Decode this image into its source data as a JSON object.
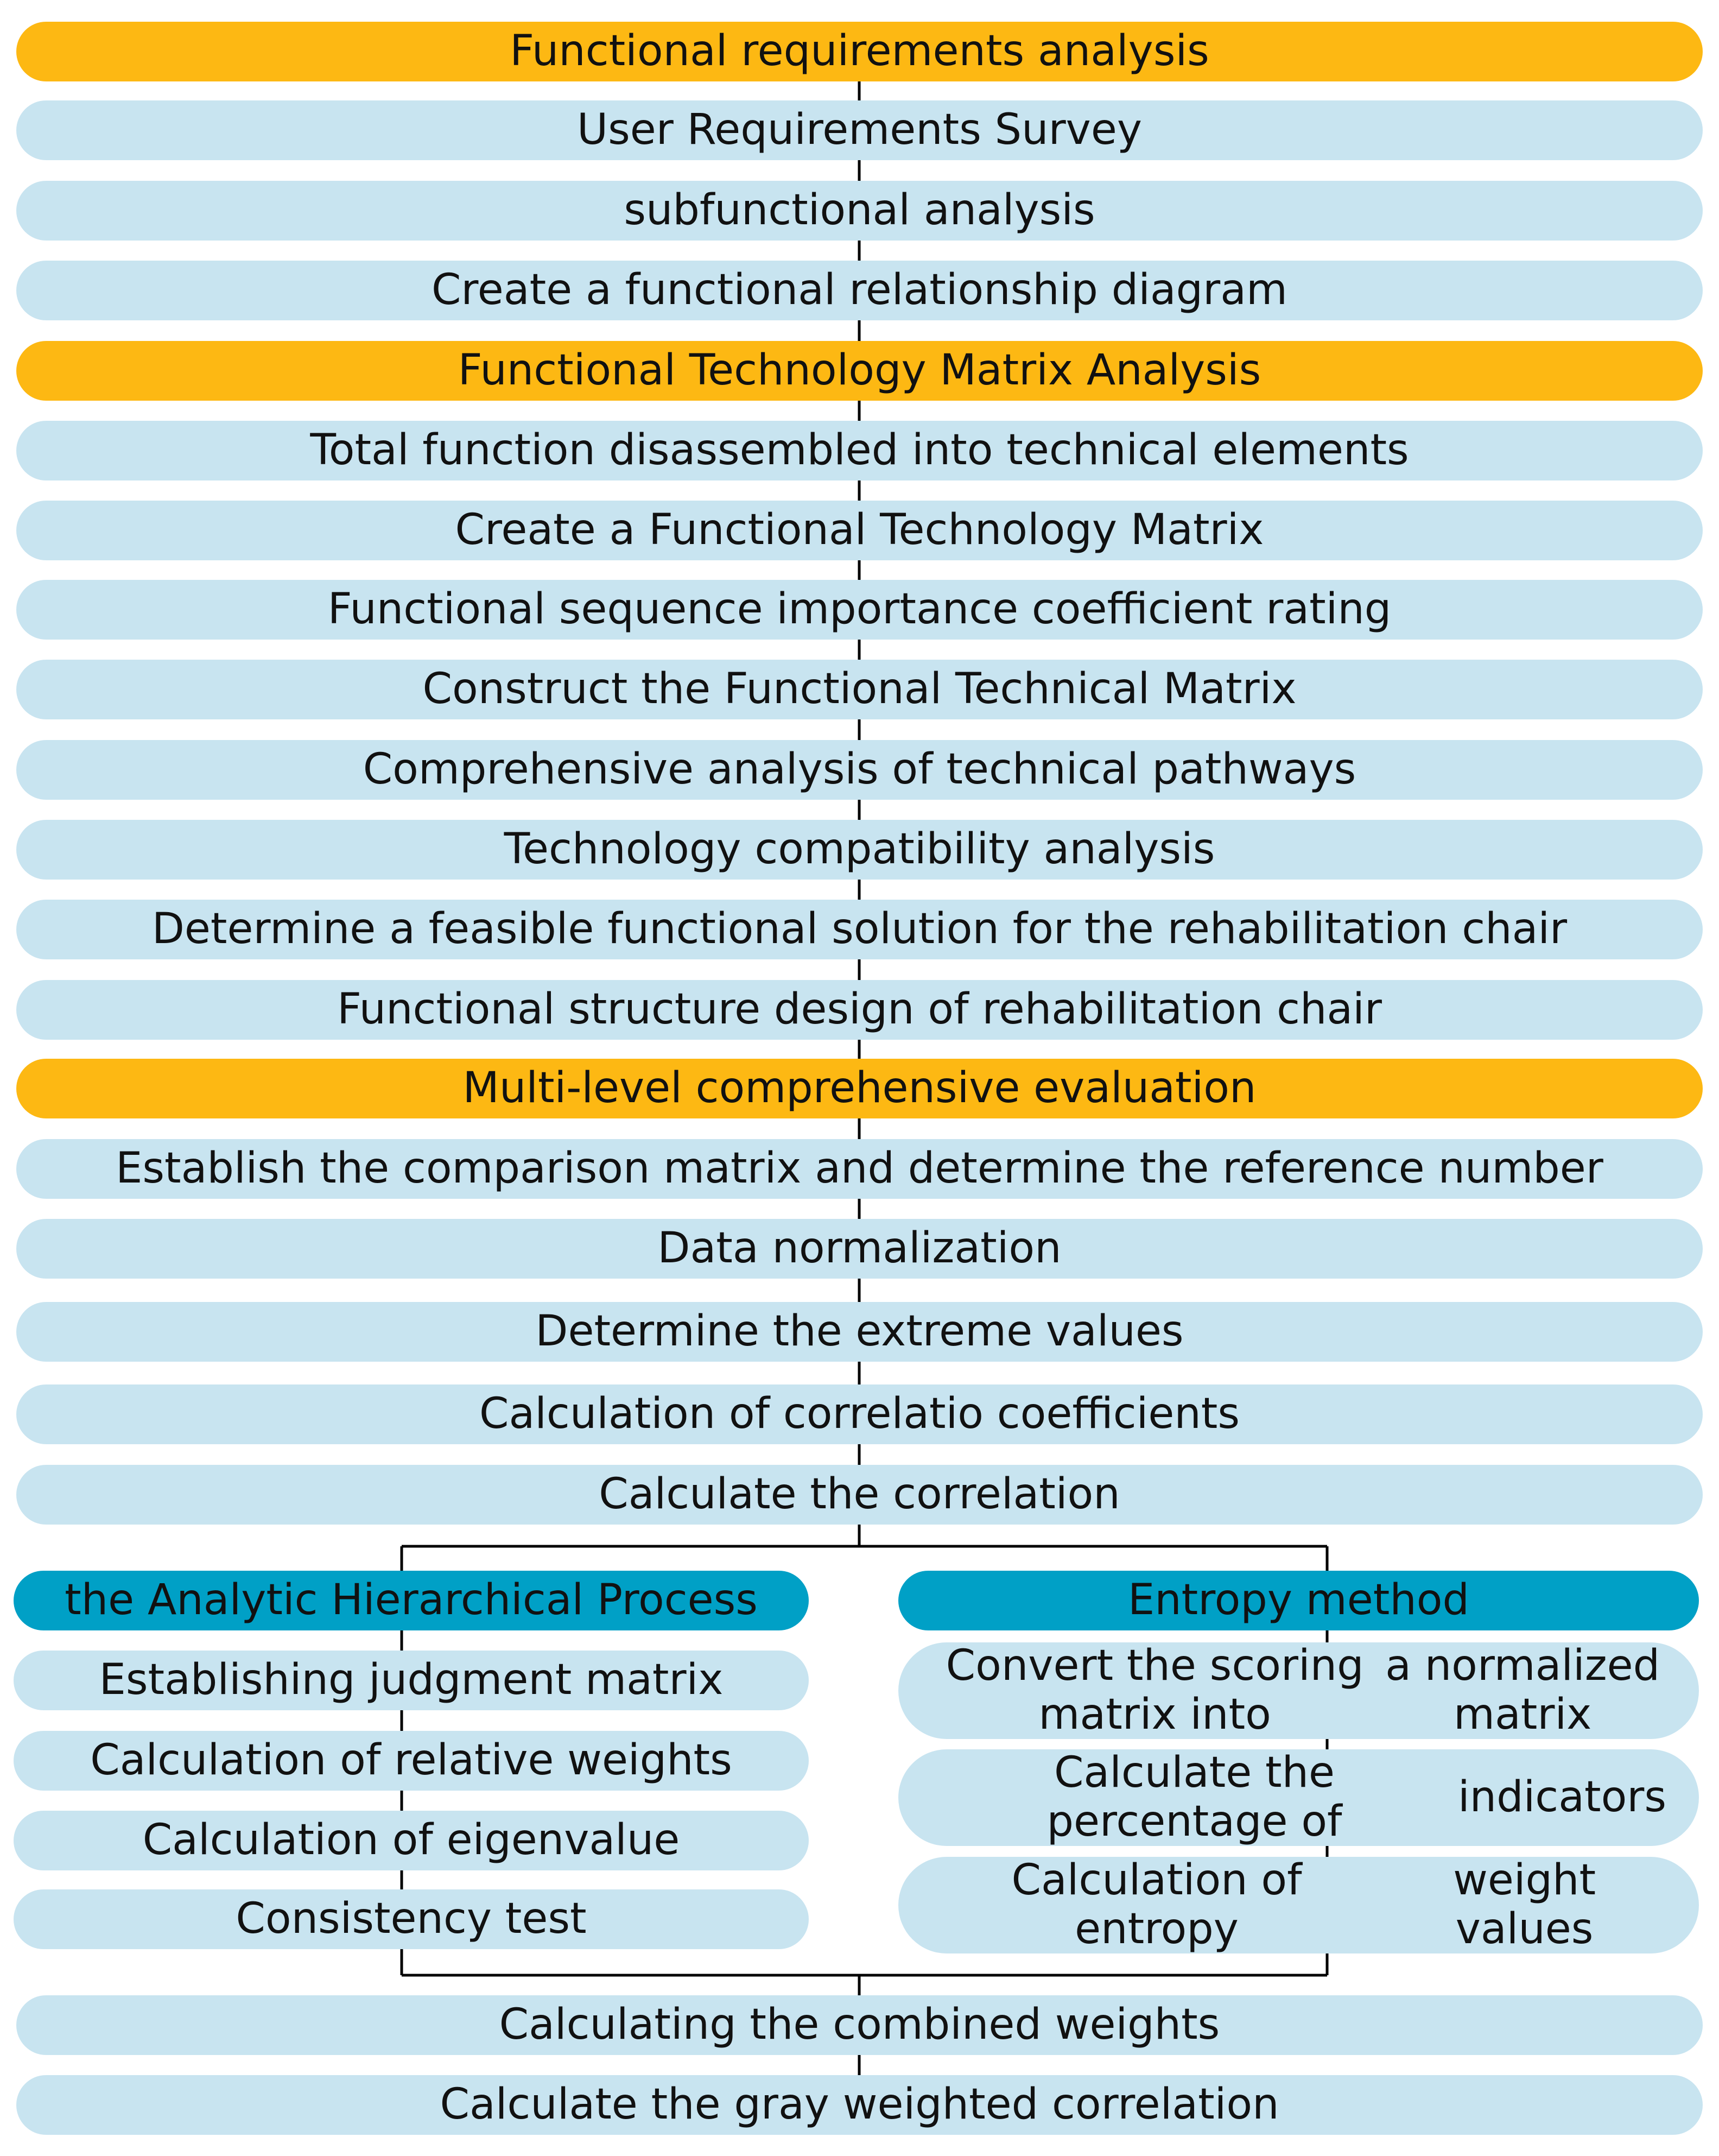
{
  "colors": {
    "section": "#FDB813",
    "step": "#C8E4F0",
    "method_header": "#00A0C6",
    "connector": "#000000"
  },
  "steps": [
    {
      "label": "Functional requirements analysis",
      "kind": "section"
    },
    {
      "label": "User Requirements Survey",
      "kind": "step"
    },
    {
      "label": "subfunctional analysis",
      "kind": "step"
    },
    {
      "label": "Create a functional relationship diagram",
      "kind": "step"
    },
    {
      "label": "Functional Technology Matrix Analysis",
      "kind": "section"
    },
    {
      "label": "Total function disassembled into technical elements",
      "kind": "step"
    },
    {
      "label": "Create a Functional Technology Matrix",
      "kind": "step"
    },
    {
      "label": "Functional sequence importance coefficient rating",
      "kind": "step"
    },
    {
      "label": "Construct the Functional Technical Matrix",
      "kind": "step"
    },
    {
      "label": "Comprehensive analysis of technical pathways",
      "kind": "step"
    },
    {
      "label": "Technology compatibility analysis",
      "kind": "step"
    },
    {
      "label": "Determine a feasible functional solution for the rehabilitation chair",
      "kind": "step"
    },
    {
      "label": "Functional structure design of rehabilitation chair",
      "kind": "step"
    },
    {
      "label": "Multi-level comprehensive evaluation",
      "kind": "section"
    },
    {
      "label": "Establish the comparison matrix and determine the reference number",
      "kind": "step"
    },
    {
      "label": "Data normalization",
      "kind": "step"
    },
    {
      "label": "Determine the extreme values",
      "kind": "step"
    },
    {
      "label": "Calculation of correlatio coefficients",
      "kind": "step"
    },
    {
      "label": "Calculate the correlation",
      "kind": "step"
    }
  ],
  "branches": {
    "left": {
      "header": "the Analytic Hierarchical Process",
      "items": [
        "Establishing judgment matrix",
        "Calculation of relative weights",
        "Calculation of eigenvalue",
        "Consistency test"
      ]
    },
    "right": {
      "header": "Entropy method",
      "items": [
        [
          "Convert the scoring matrix into",
          "a normalized matrix"
        ],
        [
          "Calculate the percentage of",
          "indicators"
        ],
        [
          "Calculation of entropy",
          "weight values"
        ]
      ]
    }
  },
  "final_steps": [
    "Calculating the combined weights",
    "Calculate the gray weighted correlation"
  ]
}
